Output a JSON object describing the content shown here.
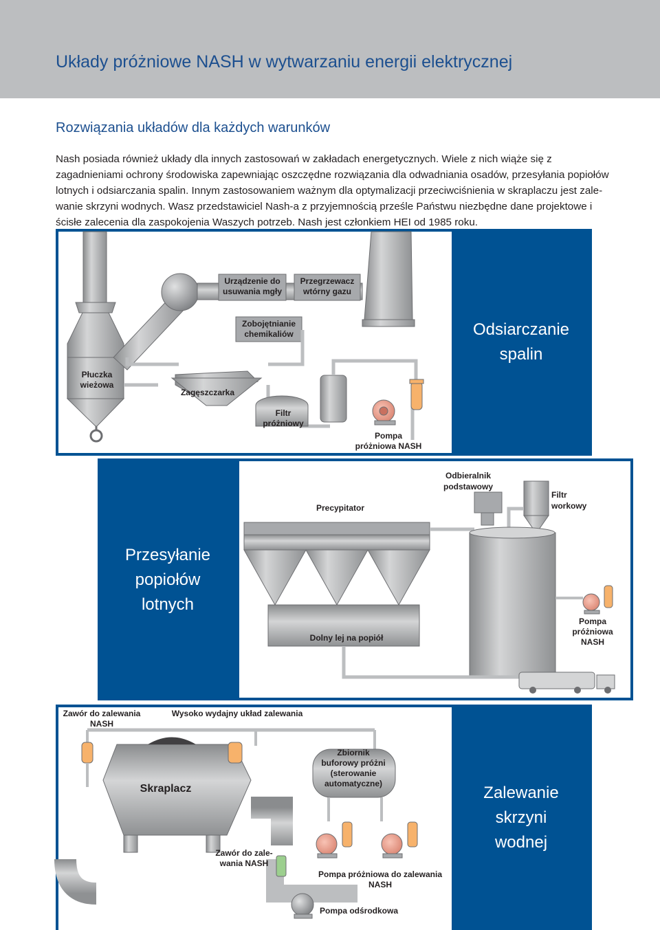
{
  "header": {
    "title": "Układy próżniowe NASH w wytwarzaniu energii elektrycznej"
  },
  "section": {
    "title": "Rozwiązania układów dla każdych warunków",
    "paragraph_lines": [
      "Nash posiada również układy dla innych zastosowań w zakładach energetycznych. Wiele z nich wiąże się z",
      "zagadnieniami ochrony środowiska zapewniając oszczędne rozwiązania dla odwadniania osadów, przesyłania popiołów",
      "lotnych i odsiarczania spalin. Innym zastosowaniem ważnym dla optymalizacji przeciwciśnienia w skraplaczu jest zale-",
      "wanie skrzyni wodnych. Wasz przedstawiciel Nash-a z przyjemnością prześle Państwu niezbędne dane projektowe i",
      "ścisłe zalecenia dla zaspokojenia Waszych potrzeb. Nash jest członkiem HEI od 1985 roku."
    ]
  },
  "colors": {
    "panel_blue": "#005293",
    "equipment_gray": "#a7a9ac",
    "header_gray": "#bcbec0",
    "pump_salmon": "#f0a592",
    "valve_orange": "#f7b26b",
    "valve_green": "#9ccf8e",
    "title_blue": "#1c4f8f"
  },
  "panel1": {
    "title_lines": [
      "Odsiarczanie",
      "spalin"
    ],
    "labels": {
      "mist": [
        "Urządzenie do",
        "usuwania mgły"
      ],
      "reheater": [
        "Przegrzewacz",
        "wtórny gazu"
      ],
      "chem": [
        "Zobojętnianie",
        "chemikaliów"
      ],
      "scrubber": [
        "Płuczka",
        "wieżowa"
      ],
      "thickener": "Zagęszczarka",
      "filter": [
        "Filtr",
        "próżniowy"
      ],
      "pump": [
        "Pompa",
        "próżniowa NASH"
      ]
    }
  },
  "panel2": {
    "title_lines": [
      "Przesyłanie",
      "popiołów",
      "lotnych"
    ],
    "labels": {
      "collector": [
        "Odbieralnik",
        "podstawowy"
      ],
      "bagfilter": [
        "Filtr",
        "workowy"
      ],
      "precip": "Precypitator",
      "hopper": "Dolny lej na popiół",
      "pump": [
        "Pompa",
        "próżniowa",
        "NASH"
      ]
    }
  },
  "panel3": {
    "title_lines": [
      "Zalewanie",
      "skrzyni",
      "wodnej"
    ],
    "labels": {
      "valve": [
        "Zawór do zalewania",
        "NASH"
      ],
      "system": "Wysoko wydajny układ zalewania",
      "condenser": "Skraplacz",
      "tank": [
        "Zbiornik",
        "buforowy próżni",
        "(sterowanie",
        "automatyczne)"
      ],
      "valve2": [
        "Zawór do zale-",
        "wania NASH"
      ],
      "pump": "Pompa próżniowa do zalewania",
      "pump2": "NASH",
      "cpump": "Pompa odśrodkowa"
    }
  },
  "icons": [
    "pump-icon",
    "valve-icon",
    "truck-icon",
    "tank-icon"
  ]
}
